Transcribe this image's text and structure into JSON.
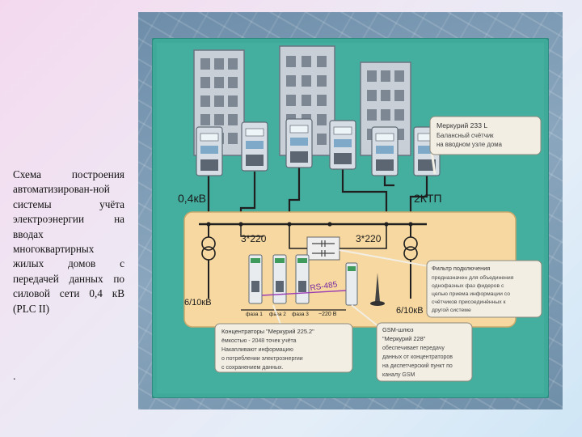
{
  "caption": {
    "text": "Схема построения автоматизирован-ной системы учёта электроэнергии на вводах многоквартирных жилых домов с передачей данных по силовой сети 0,4 кВ (PLC II)",
    "trailing_mark": "."
  },
  "labels": {
    "voltage_04": "0,4кВ",
    "ktp": "2КТП",
    "phase_left": "3*220",
    "phase_right": "3*220",
    "hv_left": "6/10кВ",
    "hv_right": "6/10кВ",
    "rs485": "RS-485",
    "phase1": "фаза 1",
    "phase2": "фаза 2",
    "phase3": "фаза 3",
    "bus220": "~220 В"
  },
  "callouts": {
    "mercury233": [
      "Меркурий 233 L",
      "Балансный счётчик",
      "на вводном узле дома"
    ],
    "filter": [
      "Фильтр подключения",
      "предназначен для объединения",
      "однофазных фаз фидеров с",
      "целью приема информации со",
      "счётчиков присоединённых к",
      "другой системе"
    ],
    "concentrators": [
      "Концентраторы \"Меркурий 225.2\"",
      "ёмкостью - 2048 точек учёта",
      "Накапливают информацию",
      "о потреблении электроэнергии",
      "с сохранением данных."
    ],
    "gsm": [
      "GSM-шлюз",
      "\"Меркурий 228\"",
      "обеспечивает передачу",
      "данных от концентраторов",
      "на диспетчерский пункт по",
      "каналу GSM"
    ]
  },
  "colors": {
    "panel": "#3fa99a",
    "substation": "#f6d8a0",
    "building": "#c9cfd6",
    "meter": "#d7dde4",
    "callout": "#f2eee4",
    "wire": "#1f1f1f"
  }
}
